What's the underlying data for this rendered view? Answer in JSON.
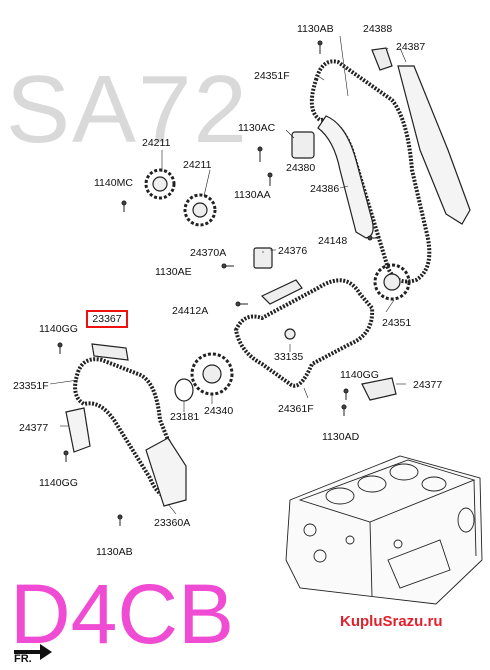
{
  "watermark_top": "SA72",
  "watermark_bottom": "D4CB",
  "site": "KupluSrazu.ru",
  "direction": "FR.",
  "highlight_label": "23367",
  "labels": {
    "l1130AB_top": "1130AB",
    "l24388": "24388",
    "l24387": "24387",
    "l24351F": "24351F",
    "l24211a": "24211",
    "l24211b": "24211",
    "l1130AC": "1130AC",
    "l1140MC": "1140MC",
    "l24380": "24380",
    "l1130AA": "1130AA",
    "l24386": "24386",
    "l24148": "24148",
    "l24370A": "24370A",
    "l24376": "24376",
    "l1130AE": "1130AE",
    "l24412A": "24412A",
    "l24351": "24351",
    "l1140GG_left": "1140GG",
    "l33135": "33135",
    "l1140GG_right": "1140GG",
    "l24377_right": "24377",
    "l23351F": "23351F",
    "l23181": "23181",
    "l24340": "24340",
    "l24361F": "24361F",
    "l1130AD": "1130AD",
    "l24377_left": "24377",
    "l1140GG_bottom": "1140GG",
    "l23360A": "23360A",
    "l1130AB_bottom": "1130AB"
  }
}
